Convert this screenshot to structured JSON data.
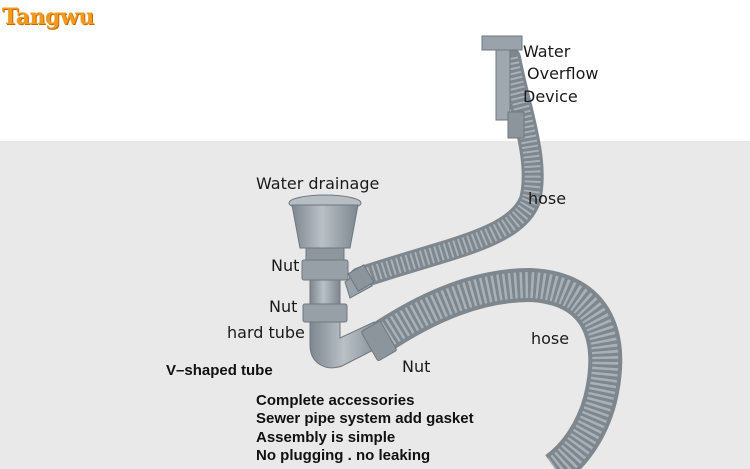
{
  "brand": {
    "logo_text": "Tangwu"
  },
  "labels": {
    "water_overflow_line1": "Water",
    "water_overflow_line2": "Overflow",
    "water_overflow_line3": "Device",
    "hose_upper": "hose",
    "water_drainage": "Water drainage",
    "nut_1": "Nut",
    "nut_2": "Nut",
    "hard_tube": "hard tube",
    "hose_lower": "hose",
    "v_shaped_tube": "V–shaped tube",
    "nut_3": "Nut"
  },
  "features": [
    "Complete accessories",
    "Sewer pipe system add gasket",
    "Assembly is simple",
    "No plugging  .  no leaking"
  ],
  "colors": {
    "pipe": "#9aa3ab",
    "pipe_dark": "#7c858d",
    "logo": "#f29a1e",
    "background_lower": "#e9e9e9"
  }
}
